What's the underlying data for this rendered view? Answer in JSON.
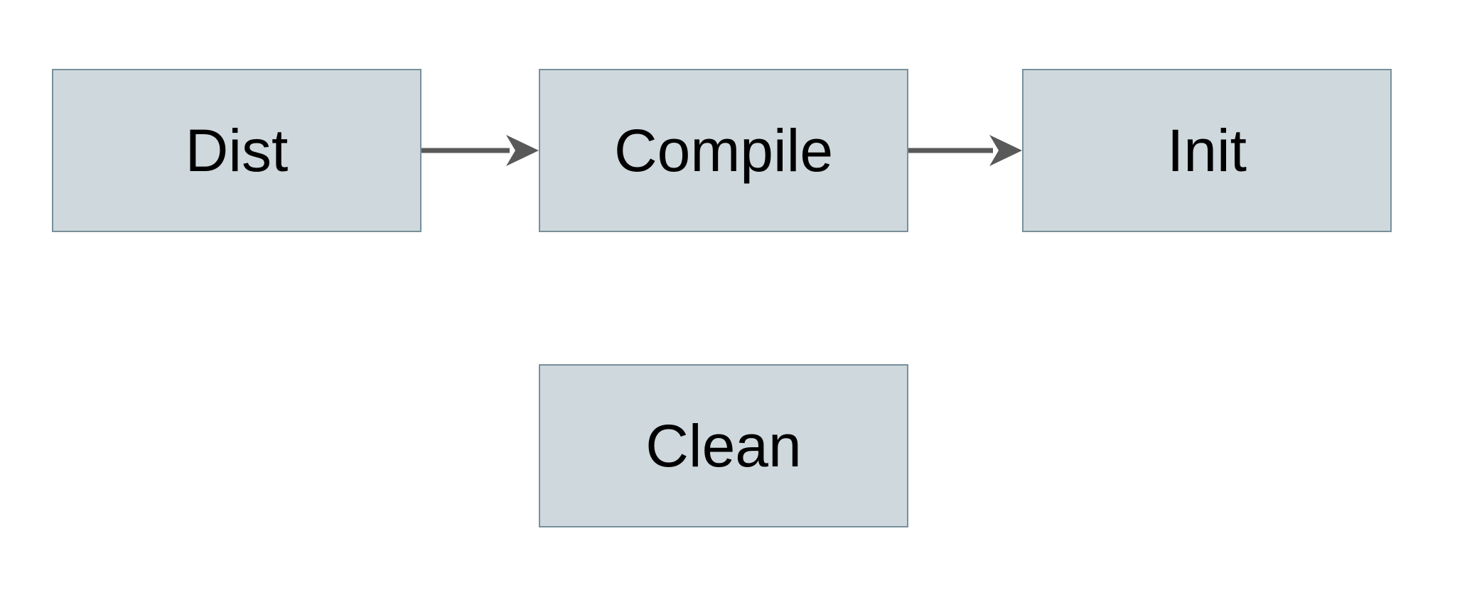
{
  "diagram": {
    "nodes": [
      {
        "id": "dist",
        "label": "Dist"
      },
      {
        "id": "compile",
        "label": "Compile"
      },
      {
        "id": "init",
        "label": "Init"
      },
      {
        "id": "clean",
        "label": "Clean"
      }
    ],
    "edges": [
      {
        "from": "Dist",
        "to": "Compile",
        "direction": "right"
      },
      {
        "from": "Compile",
        "to": "Init",
        "direction": "right"
      }
    ],
    "colors": {
      "node_fill": "#cfd8dc",
      "node_border": "#78909c",
      "arrow": "#595959",
      "text": "#000000",
      "background": "#ffffff"
    }
  }
}
